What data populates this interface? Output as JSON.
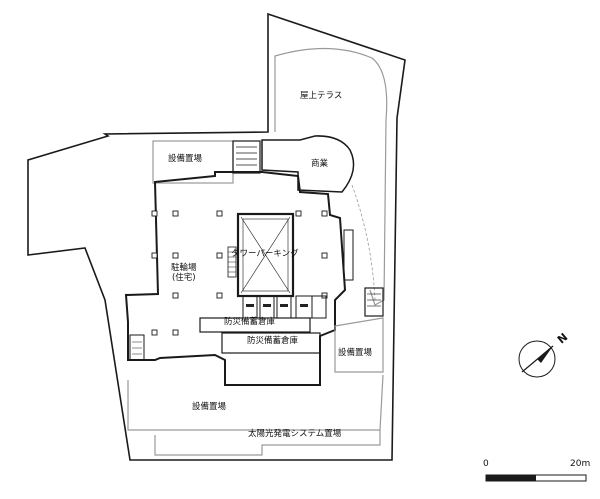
{
  "labels": {
    "rooftop_terrace": "屋上テラス",
    "commercial": "商業",
    "equipment_area_top": "設備置場",
    "tower_parking": "タワーパーキング",
    "bicycle_parking_line1": "駐輪場",
    "bicycle_parking_line2": "(住宅)",
    "disaster_storage_1": "防災備蓄倉庫",
    "disaster_storage_2": "防災備蓄倉庫",
    "equipment_area_right": "設備置場",
    "equipment_area_bottom": "設備置場",
    "solar_equipment_area": "太陽光発電システム置場"
  },
  "scale_bar": {
    "start": "0",
    "end": "20m"
  },
  "north_arrow": {
    "letter": "N"
  },
  "colors": {
    "line": "#1a1a1a",
    "gray_line": "#9a9a9a",
    "fill_dark": "#222222"
  }
}
